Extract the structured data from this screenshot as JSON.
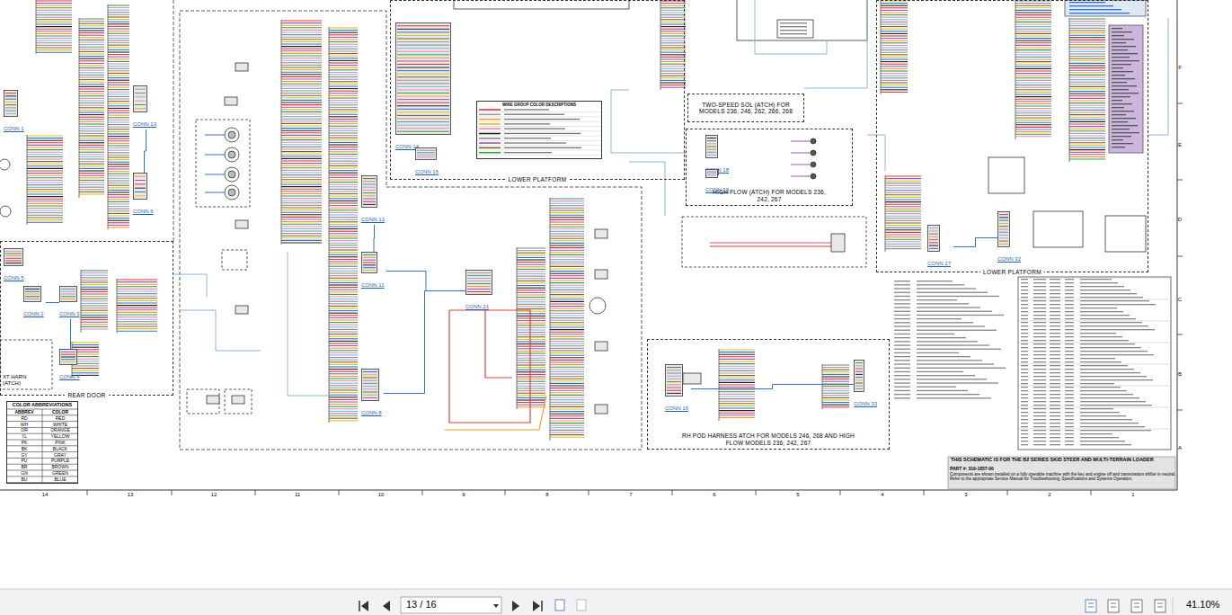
{
  "diagram": {
    "title": "THIS SCHEMATIC IS FOR THE B2 SERIES SKID STEER AND MULTI-TERRAIN LOADER",
    "nodes": [
      {
        "text": [
          "CONN 1"
        ]
      },
      {
        "text": [
          "CONN 13"
        ]
      },
      {
        "text": [
          "CONN 6"
        ]
      },
      {
        "text": [
          "REAR DOOR"
        ]
      },
      {
        "text": [
          "CONN 5"
        ],
        "in": 3
      },
      {
        "text": [
          "CONN 2"
        ],
        "in": 3
      },
      {
        "text": [
          "CONN 3"
        ],
        "in": 3
      },
      {
        "text": [
          "CONN 4"
        ],
        "in": 3
      },
      {
        "text": [
          "CONN 12"
        ]
      },
      {
        "text": [
          "CONN 11"
        ]
      },
      {
        "text": [
          "CONN 8"
        ]
      },
      {
        "text": [
          "LOWER PLATFORM"
        ]
      },
      {
        "text": [
          "CONN 14"
        ],
        "in": 11
      },
      {
        "text": [
          "CONN 15"
        ],
        "in": 11
      },
      {
        "text": [
          "WIRE GROUP COLOR DESCRIPTIONS"
        ],
        "in": 11
      },
      {
        "text": [
          "TWO-SPEED SOL (ATCH) FOR MODELS 236, 246, 262, 266, 268"
        ]
      },
      {
        "text": [
          "HIGH FLOW (ATCH) FOR MODELS 236, 242, 267"
        ]
      },
      {
        "text": [
          "CONN 18"
        ],
        "in": 16
      },
      {
        "text": [
          "CONN 19"
        ],
        "in": 16
      },
      {
        "text": [
          "RH POD HARNESS ATCH FOR MODELS 246, 268 AND HIGH FLOW MODELS 236, 242, 267"
        ]
      },
      {
        "text": [
          "CONN 16"
        ],
        "in": 19
      },
      {
        "text": [
          "CONN 33"
        ],
        "in": 19
      },
      {
        "text": [
          "LOWER PLATFORM"
        ]
      },
      {
        "text": [
          "CONN 27"
        ],
        "in": 22
      },
      {
        "text": [
          "CONN 32"
        ],
        "in": 22
      },
      {
        "text": [
          "CONN 21"
        ]
      },
      {
        "text": [
          "COLOR ABBREVIATIONS"
        ]
      },
      {
        "text": [
          "PART #: 319-1857-00",
          "Components are shown installed on a fully operable machine with the key and engine off and transmission shifter in neutral.",
          "Refer to the appropriate Service Manual for Troubleshooting, Specifications and Systems Operation."
        ]
      }
    ],
    "edges": [
      {
        "from": 5,
        "to": 6,
        "arrow": "none"
      },
      {
        "from": 6,
        "to": 7,
        "arrow": "none"
      },
      {
        "from": 1,
        "to": 2,
        "arrow": "none"
      },
      {
        "from": 8,
        "to": 9,
        "arrow": "none"
      },
      {
        "from": 9,
        "to": 25,
        "arrow": "none"
      },
      {
        "from": 25,
        "to": 10,
        "arrow": "none"
      },
      {
        "from": 17,
        "to": 18,
        "arrow": "none"
      },
      {
        "from": 20,
        "to": 21,
        "arrow": "none"
      },
      {
        "from": 23,
        "to": 24,
        "arrow": "none"
      }
    ],
    "labels": [
      "ABBREV",
      "COLOR",
      "RD",
      "RED",
      "WH",
      "WHITE",
      "OR",
      "ORANGE",
      "YL",
      "YELLOW",
      "PK",
      "PINK",
      "BK",
      "BLACK",
      "GY",
      "GRAY",
      "PU",
      "PURPLE",
      "BR",
      "BROWN",
      "GN",
      "GREEN",
      "BU",
      "BLUE",
      "14",
      "13",
      "12",
      "11",
      "10",
      "9",
      "8",
      "7",
      "6",
      "5",
      "4",
      "3",
      "2",
      "1",
      "F",
      "E",
      "D",
      "C",
      "B",
      "A",
      "XT HARN",
      "(ATCH)",
      "13 / 16",
      "41.10%"
    ]
  }
}
